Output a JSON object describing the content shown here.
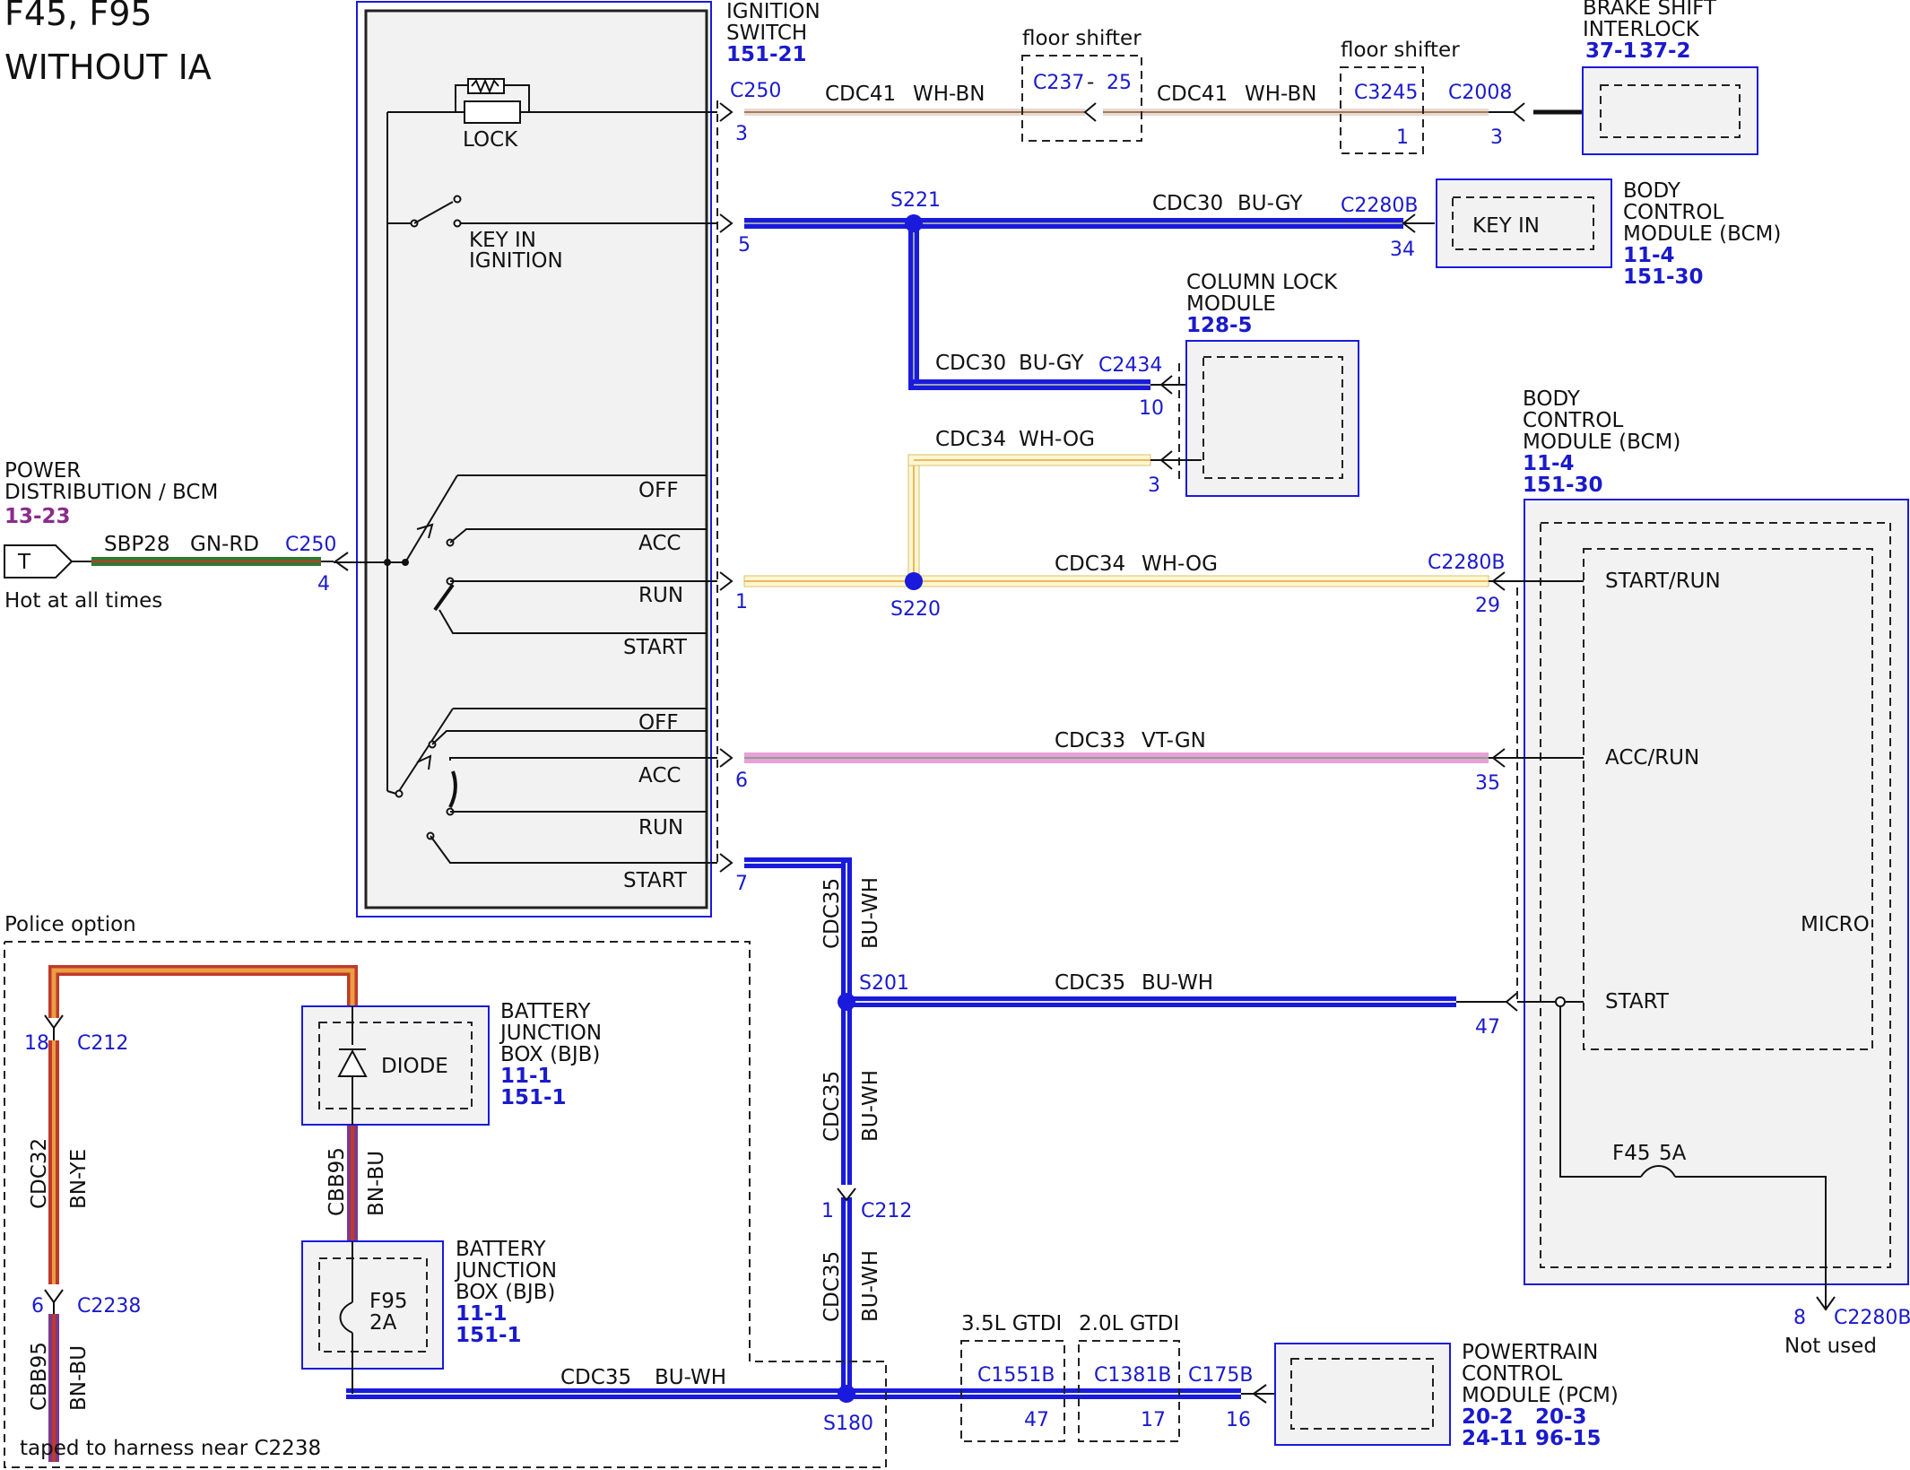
{
  "title": {
    "line1": "F45, F95",
    "line2": "WITHOUT IA"
  },
  "power_dist": {
    "name1": "POWER",
    "name2": "DISTRIBUTION / BCM",
    "ref": "13-23",
    "terminal": "T",
    "note": "Hot at all times",
    "circuit": "SBP28",
    "color": "GN-RD",
    "connector": "C250",
    "pin": "4"
  },
  "ignition_switch": {
    "name1": "IGNITION",
    "name2": "SWITCH",
    "ref": "151-21",
    "lock_label": "LOCK",
    "key_label1": "KEY IN",
    "key_label2": "IGNITION",
    "upper_positions": [
      "OFF",
      "ACC",
      "RUN",
      "START"
    ],
    "lower_positions": [
      "OFF",
      "ACC",
      "RUN",
      "START"
    ]
  },
  "c250_pins": {
    "connector": "C250",
    "p3": "3",
    "p5": "5",
    "p1": "1",
    "p6": "6",
    "p7": "7"
  },
  "lock_circuit": {
    "circuit": "CDC41",
    "color": "WH-BN",
    "floor_label": "floor shifter",
    "c237": "C237",
    "dash": "-",
    "c237_pin": "25",
    "circuit2": "CDC41",
    "color2": "WH-BN",
    "c3245": "C3245",
    "c3245_pin": "1",
    "c2008": "C2008",
    "c2008_pin": "3"
  },
  "brake_shift": {
    "name1": "BRAKE SHIFT",
    "name2": "INTERLOCK",
    "ref1": "37-1",
    "ref2": "37-2"
  },
  "key_in_circuit": {
    "splice": "S221",
    "circuit": "CDC30",
    "color": "BU-GY",
    "connector": "C2280B",
    "pin": "34"
  },
  "bcm_top": {
    "name1": "BODY",
    "name2": "CONTROL",
    "name3": "MODULE (BCM)",
    "ref1": "11-4",
    "ref2": "151-30",
    "key_in": "KEY IN"
  },
  "column_lock": {
    "name1": "COLUMN LOCK",
    "name2": "MODULE",
    "ref": "128-5",
    "circuit": "CDC30",
    "color": "BU-GY",
    "connector": "C2434",
    "pin10": "10",
    "circuit2": "CDC34",
    "color2": "WH-OG",
    "pin3": "3"
  },
  "run_circuit": {
    "splice": "S220",
    "circuit": "CDC34",
    "color": "WH-OG",
    "connector": "C2280B",
    "pin": "29"
  },
  "acc_circuit": {
    "circuit": "CDC33",
    "color": "VT-GN",
    "pin": "35"
  },
  "start_circuit": {
    "circuit_v": "CDC35",
    "color_v": "BU-WH",
    "splice": "S201",
    "circuit": "CDC35",
    "color": "BU-WH",
    "pin": "47",
    "c212": "C212",
    "c212_pin": "1",
    "splice2": "S180"
  },
  "bcm_main": {
    "name1": "BODY",
    "name2": "CONTROL",
    "name3": "MODULE (BCM)",
    "ref1": "11-4",
    "ref2": "151-30",
    "start_run": "START/RUN",
    "acc_run": "ACC/RUN",
    "micro": "MICRO",
    "start": "START",
    "fuse": "F45",
    "fuse_rating": "5A",
    "c2280b": "C2280B",
    "pin8": "8",
    "not_used": "Not used"
  },
  "police": {
    "label": "Police option",
    "c212": "C212",
    "c212_pin": "18",
    "circuit": "CDC32",
    "color": "BN-YE",
    "c2238": "C2238",
    "c2238_pin": "6",
    "cbb95": "CBB95",
    "cbb95_color": "BN-BU",
    "taped": "taped to harness near C2238",
    "diode_label": "DIODE",
    "bjb_name1": "BATTERY",
    "bjb_name2": "JUNCTION",
    "bjb_name3": "BOX (BJB)",
    "bjb_ref1": "11-1",
    "bjb_ref2": "151-1",
    "cbb95b": "CBB95",
    "cbb95b_color": "BN-BU",
    "fuse": "F95",
    "fuse_rating": "2A",
    "bjb2_name1": "BATTERY",
    "bjb2_name2": "JUNCTION",
    "bjb2_name3": "BOX (BJB)",
    "bjb2_ref1": "11-1",
    "bjb2_ref2": "151-1",
    "bottom_circuit": "CDC35",
    "bottom_color": "BU-WH"
  },
  "pcm": {
    "gtdi35": "3.5L GTDI",
    "gtdi20": "2.0L GTDI",
    "c1551b": "C1551B",
    "c1551b_pin": "47",
    "c1381b": "C1381B",
    "c1381b_pin": "17",
    "c175b": "C175B",
    "c175b_pin": "16",
    "name1": "POWERTRAIN",
    "name2": "CONTROL",
    "name3": "MODULE (PCM)",
    "ref1": "20-2",
    "ref2": "20-3",
    "ref3": "24-11",
    "ref4": "96-15"
  }
}
